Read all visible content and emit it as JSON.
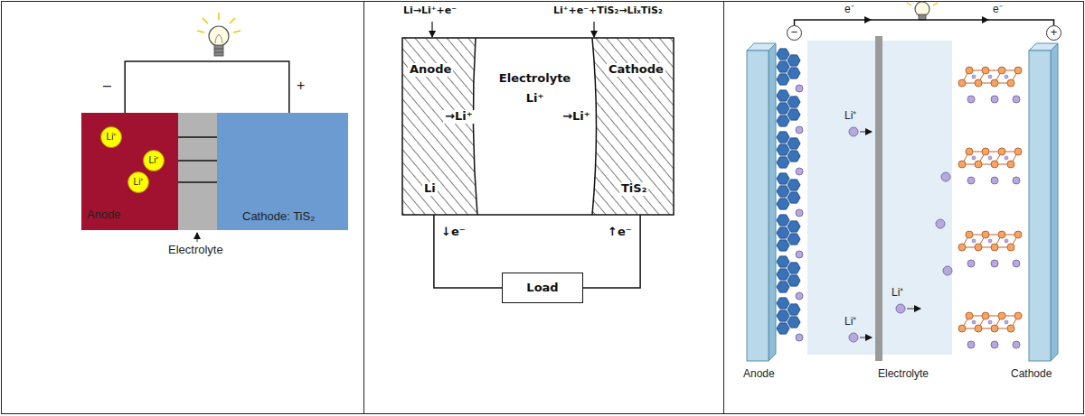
{
  "diagram": {
    "nodes": [
      {
        "text": [
          "Anode"
        ]
      },
      {
        "text": [
          "Li⁺"
        ],
        "in": 0
      },
      {
        "text": [
          "Li⁺"
        ],
        "in": 0
      },
      {
        "text": [
          "Li⁺"
        ],
        "in": 0
      },
      {
        "text": [
          "Cathode: TiS₂"
        ]
      },
      {
        "text": [
          "Anode",
          "Li"
        ]
      },
      {
        "text": [
          "Electrolyte",
          "Li⁺"
        ]
      },
      {
        "text": [
          "Cathode",
          "TiS₂"
        ]
      },
      {
        "text": [
          "Load"
        ]
      },
      {
        "text": [
          "−"
        ]
      },
      {
        "text": [
          "+"
        ]
      }
    ],
    "edges": [
      {
        "from": 0,
        "to": 4,
        "arrow": "none"
      },
      {
        "from": 5,
        "to": 8,
        "arrow": "none"
      },
      {
        "from": 8,
        "to": 7,
        "arrow": "none"
      },
      {
        "from": 9,
        "to": 10,
        "arrow": "none"
      }
    ],
    "labels": [
      "–",
      "+",
      "Electrolyte",
      "Li→Li⁺+e⁻",
      "Li⁺+e⁻+TiS₂→LiₓTiS₂",
      "→Li⁺",
      "→Li⁺",
      "↓e⁻",
      "↑e⁻",
      "e⁻",
      "e⁻",
      "Li⁺",
      "Li⁺",
      "Li⁺",
      "Anode",
      "Electrolyte",
      "Cathode"
    ]
  }
}
